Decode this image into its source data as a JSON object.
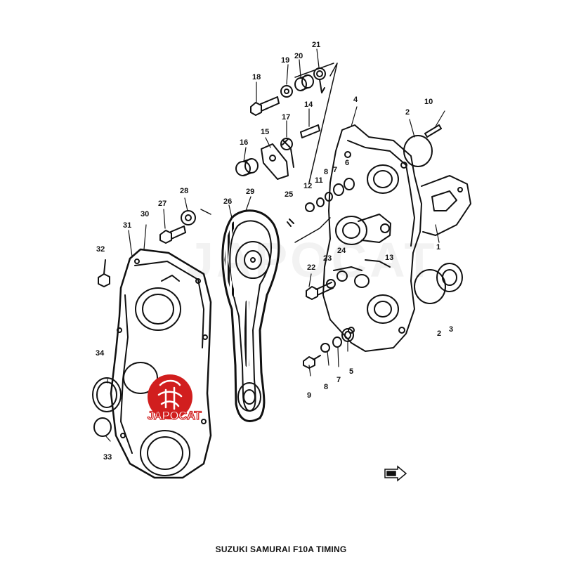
{
  "diagram": {
    "caption": "SUZUKI SAMURAI F10A TIMING",
    "logo_text": "JAPOCAT",
    "watermark_text": "JAPOCAT",
    "part_labels": [
      "1",
      "2",
      "2",
      "3",
      "4",
      "5",
      "6",
      "7",
      "7",
      "8",
      "8",
      "9",
      "10",
      "11",
      "12",
      "13",
      "14",
      "15",
      "16",
      "17",
      "18",
      "19",
      "20",
      "21",
      "22",
      "23",
      "24",
      "25",
      "26",
      "27",
      "28",
      "29",
      "30",
      "31",
      "32",
      "33",
      "34"
    ]
  },
  "colors": {
    "line": "#111111",
    "logo_red": "#d11e1e"
  }
}
